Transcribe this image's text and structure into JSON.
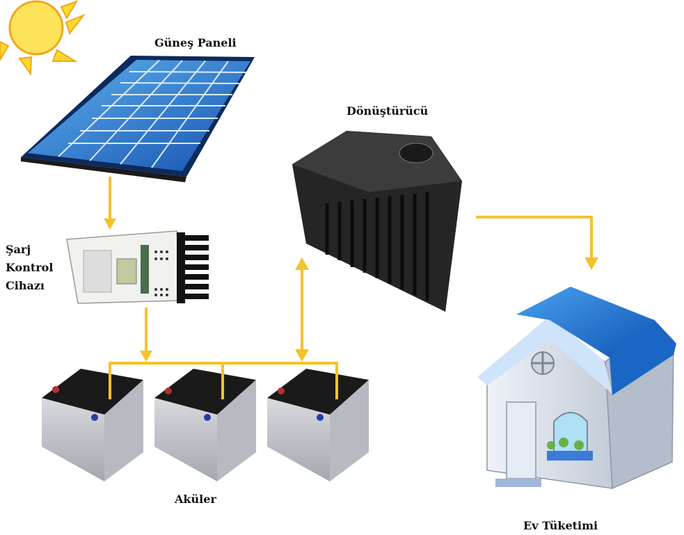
{
  "labels": {
    "solar_panel": "Güneş Paneli",
    "inverter": "Dönüştürücü",
    "charge_controller": [
      "Şarj",
      "Kontrol",
      "Cihazı"
    ],
    "batteries": "Aküler",
    "home": "Ev Tüketimi"
  },
  "colors": {
    "connector": "#f5c22a",
    "sun": "#fdd92a",
    "panel_cell": "#1f6fd0",
    "roof": "#1e73d1",
    "inverter_body": "#2a2a2a",
    "battery_body": "#c9ccd1"
  },
  "icons": [
    "sun-icon",
    "solar-panel-icon",
    "charge-controller-icon",
    "inverter-icon",
    "battery-icon",
    "house-icon"
  ]
}
